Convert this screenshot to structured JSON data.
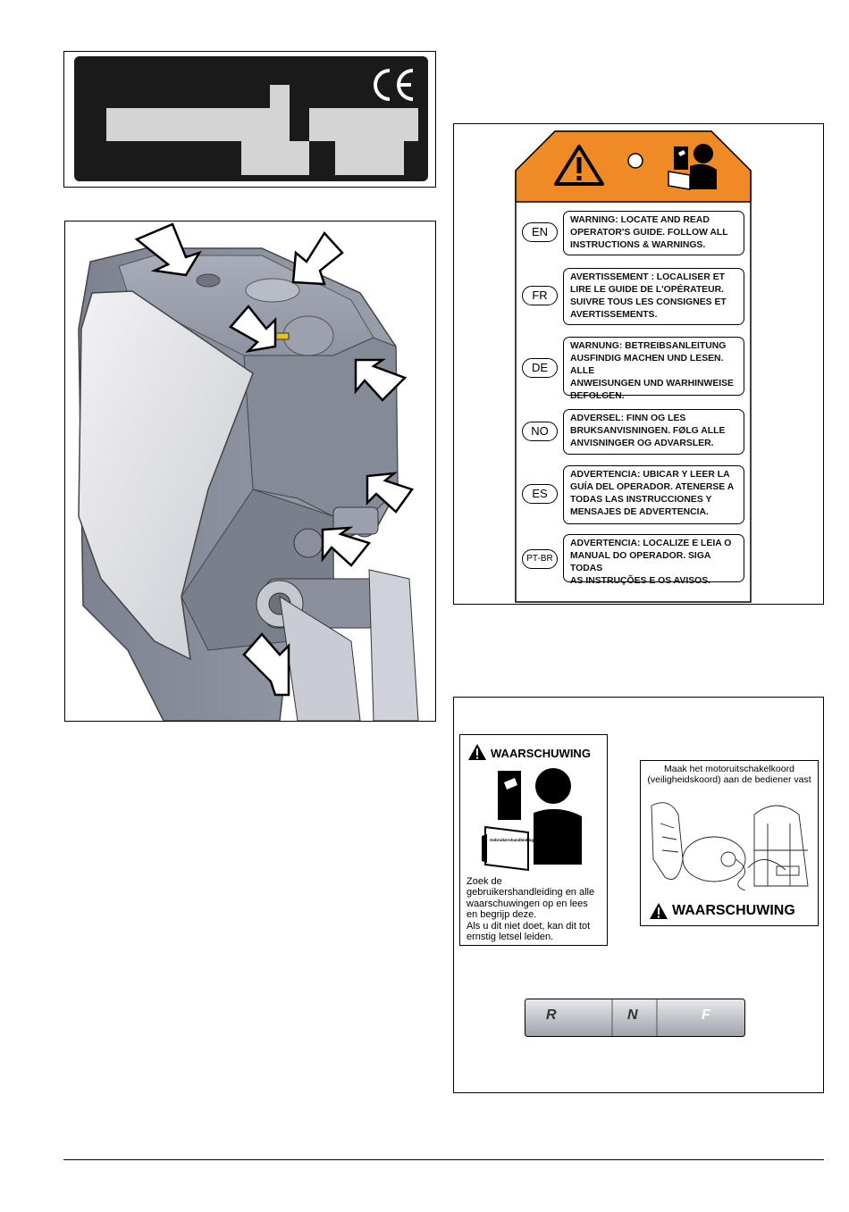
{
  "ce_label": {
    "mark": "CE"
  },
  "lang_tag": {
    "entries": [
      {
        "code": "EN",
        "text": "WARNING: LOCATE AND READ\nOPERATOR'S GUIDE. FOLLOW ALL\nINSTRUCTIONS & WARNINGS."
      },
      {
        "code": "FR",
        "text": "AVERTISSEMENT : LOCALISER ET\nLIRE LE GUIDE DE L'OPÉRATEUR.\nSUIVRE TOUS LES CONSIGNES ET\nAVERTISSEMENTS."
      },
      {
        "code": "DE",
        "text": "WARNUNG: BETREIBSANLEITUNG\nAUSFINDIG MACHEN UND LESEN. ALLE\nANWEISUNGEN UND WARHINWEISE\nBEFOLGEN."
      },
      {
        "code": "NO",
        "text": "ADVERSEL: FINN OG LES\nBRUKSANVISNINGEN. FØLG ALLE\nANVISNINGER OG ADVARSLER."
      },
      {
        "code": "ES",
        "text": "ADVERTENCIA: UBICAR Y LEER LA\nGUÍA DEL OPERADOR.  ATENERSE A\nTODAS LAS INSTRUCCIONES Y\nMENSAJES DE ADVERTENCIA."
      },
      {
        "code": "PT-BR",
        "text": "ADVERTENCIA: LOCALIZE E LEIA O\nMANUAL DO OPERADOR. SIGA TODAS\nAS INSTRUÇÕES E OS AVISOS."
      }
    ]
  },
  "dutch_manual_decal": {
    "heading": "WAARSCHUWING",
    "book_title": "Gebruikershandleiding",
    "body": "Zoek de\ngebruikershandleiding en alle\nwaarschuwingen op en lees\nen begrijp deze.\nAls u dit niet doet, kan dit tot\nernstig letsel leiden."
  },
  "lanyard_decal": {
    "caption": "Maak het motoruitschakelkoord\n(veiligheidskoord) aan de bediener vast",
    "heading": "WAARSCHUWING"
  },
  "shift_decal": {
    "reverse": "R",
    "neutral": "N",
    "forward": "F"
  },
  "colors": {
    "orange": "#f08a24",
    "label_black": "#1a1a1a",
    "label_grey": "#d4d4d4",
    "engine_grey": "#8a8f9c"
  },
  "icons": [
    "ce-mark",
    "warning-triangle-icon",
    "read-manual-icon",
    "arrow-callout-icon"
  ]
}
